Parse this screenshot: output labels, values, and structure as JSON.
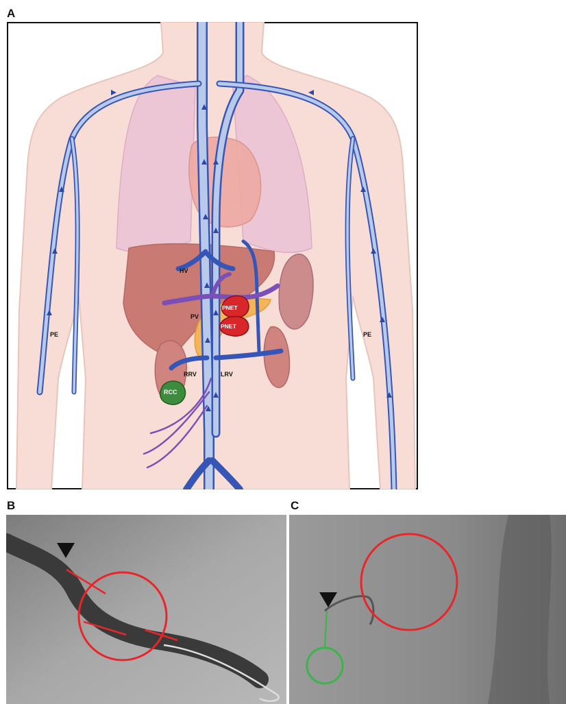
{
  "panels": {
    "a": {
      "letter": "A"
    },
    "b": {
      "letter": "B"
    },
    "c": {
      "letter": "C"
    }
  },
  "labels": {
    "hv": "HV",
    "pv": "PV",
    "pnet_1": "PNET",
    "pnet_2": "PNET",
    "rrv": "RRV",
    "lrv": "LRV",
    "rcc": "RCC",
    "pe_left": "PE",
    "pe_right": "PE"
  },
  "colors": {
    "vein_fill": "#b9c9ea",
    "vein_stroke": "#3556b6",
    "portal_vein": "#7b4fb8",
    "tumor_pnet": "#d8262a",
    "tumor_rcc": "#3d8b3d",
    "annotation_red": "#e8262a",
    "annotation_green": "#3ab54a"
  }
}
